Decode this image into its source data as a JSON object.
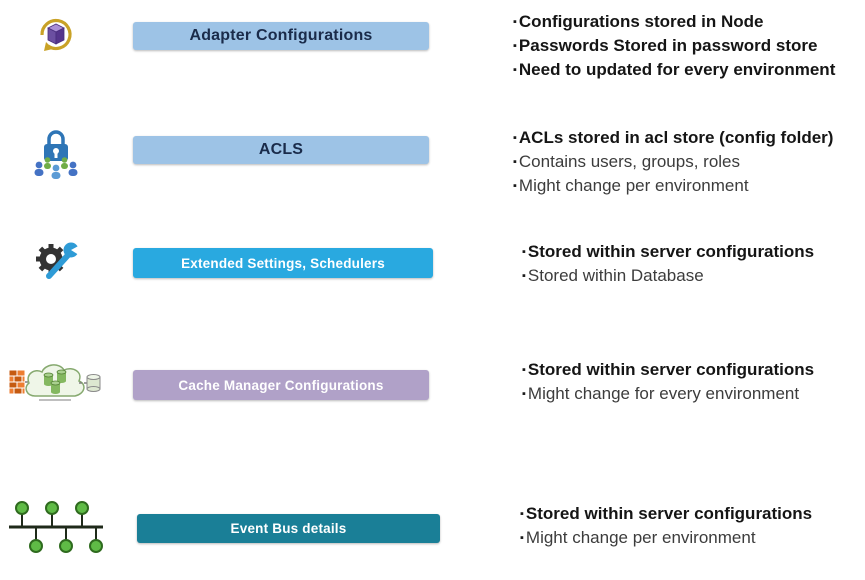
{
  "bullet_char": "▪",
  "rows": [
    {
      "name": "adapter-configurations",
      "icon": "adapter-package-icon",
      "banner": {
        "label": "Adapter Configurations",
        "bg": "#9DC3E6",
        "fg": "#1A2B4A"
      },
      "bullets": [
        "Configurations stored in Node",
        "Passwords Stored in password store",
        "Need to updated for every environment"
      ]
    },
    {
      "name": "acls",
      "icon": "acl-lock-users-icon",
      "banner": {
        "label": "ACLS",
        "bg": "#9DC3E6",
        "fg": "#1A2B4A"
      },
      "bullets": [
        "ACLs stored in acl store (config folder)",
        "Contains users, groups, roles",
        "Might change per environment"
      ]
    },
    {
      "name": "extended-settings-schedulers",
      "icon": "gear-wrench-icon",
      "banner": {
        "label": "Extended Settings, Schedulers",
        "bg": "#29A9E0",
        "fg": "#FFFFFF"
      },
      "bullets": [
        "Stored within server configurations",
        "Stored within Database"
      ]
    },
    {
      "name": "cache-manager-configurations",
      "icon": "cache-cluster-icon",
      "banner": {
        "label": "Cache Manager Configurations",
        "bg": "#B0A1C8",
        "fg": "#FFFFFF"
      },
      "bullets": [
        "Stored within server configurations",
        "Might change for every environment"
      ]
    },
    {
      "name": "event-bus-details",
      "icon": "event-bus-network-icon",
      "banner": {
        "label": "Event Bus details",
        "bg": "#1A7F97",
        "fg": "#FFFFFF"
      },
      "bullets": [
        "Stored within server configurations",
        "Might change per environment"
      ]
    }
  ]
}
